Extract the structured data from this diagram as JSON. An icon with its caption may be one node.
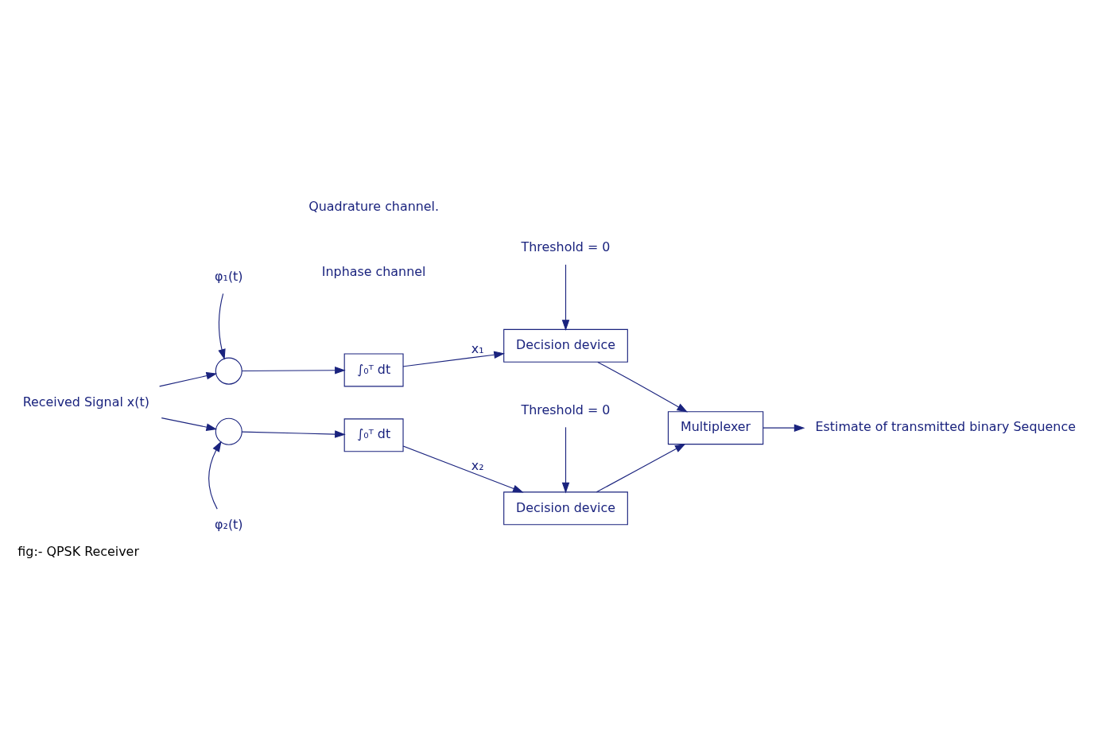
{
  "diagram": {
    "caption": "fig:- QPSK Receiver",
    "nodes": [
      {
        "text": [
          "Received Signal x(t)"
        ]
      },
      {
        "text": [],
        "shape": "circle"
      },
      {
        "text": [
          "∫₀ᵀ dt"
        ]
      },
      {
        "text": [
          "Decision device"
        ]
      },
      {
        "text": [
          "Multiplexer"
        ]
      },
      {
        "text": [],
        "shape": "circle"
      },
      {
        "text": [
          "∫₀ᵀ dt"
        ]
      },
      {
        "text": [
          "Decision device"
        ]
      },
      {
        "text": [
          "φ₁(t)"
        ]
      },
      {
        "text": [
          "φ₂(t)"
        ]
      },
      {
        "text": [
          "Threshold = 0"
        ]
      },
      {
        "text": [
          "Threshold = 0"
        ]
      },
      {
        "text": [
          "Estimate of transmitted binary Sequence"
        ]
      }
    ],
    "edges": [
      {
        "from": 0,
        "to": 1,
        "arrow": "to"
      },
      {
        "from": 0,
        "to": 5,
        "arrow": "to"
      },
      {
        "from": 8,
        "to": 1,
        "arrow": "to"
      },
      {
        "from": 1,
        "to": 2,
        "arrow": "to"
      },
      {
        "from": 2,
        "to": 3,
        "label": "x₁",
        "arrow": "to"
      },
      {
        "from": 10,
        "to": 3,
        "arrow": "to"
      },
      {
        "from": 3,
        "to": 4,
        "arrow": "to"
      },
      {
        "from": 9,
        "to": 5,
        "arrow": "to"
      },
      {
        "from": 5,
        "to": 6,
        "arrow": "to"
      },
      {
        "from": 6,
        "to": 7,
        "label": "x₂",
        "arrow": "to"
      },
      {
        "from": 11,
        "to": 7,
        "arrow": "to"
      },
      {
        "from": 7,
        "to": 4,
        "arrow": "to"
      },
      {
        "from": 4,
        "to": 12,
        "arrow": "to"
      }
    ],
    "labels": [
      "Inphase channel",
      "Quadrature channel."
    ]
  }
}
